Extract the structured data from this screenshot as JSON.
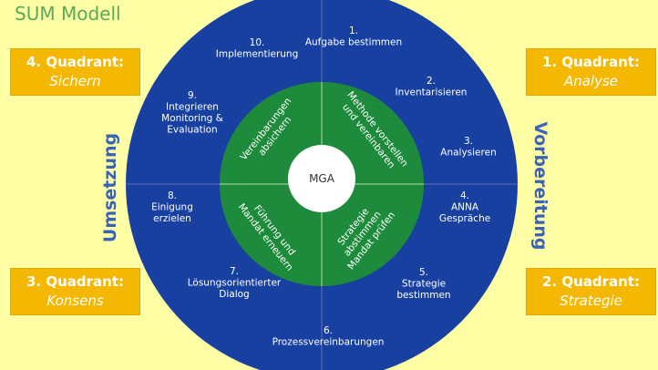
{
  "title": "SUM Modell",
  "quadrants": [
    {
      "id": "q4",
      "title": "4. Quadrant:",
      "subtitle": "Sichern"
    },
    {
      "id": "q1",
      "title": "1. Quadrant:",
      "subtitle": "Analyse"
    },
    {
      "id": "q3",
      "title": "3. Quadrant:",
      "subtitle": "Konsens"
    },
    {
      "id": "q2",
      "title": "2. Quadrant:",
      "subtitle": "Strategie"
    }
  ],
  "side_labels": {
    "left": "Umsetzung",
    "right": "Vorbereitung"
  },
  "center": "MGA",
  "steps": [
    {
      "num": "1.",
      "lines": [
        "Aufgabe bestimmen"
      ]
    },
    {
      "num": "2.",
      "lines": [
        "Inventarisieren"
      ]
    },
    {
      "num": "3.",
      "lines": [
        "Analysieren"
      ]
    },
    {
      "num": "4.",
      "lines": [
        "ANNA",
        "Gespräche"
      ]
    },
    {
      "num": "5.",
      "lines": [
        "Strategie",
        "bestimmen"
      ]
    },
    {
      "num": "6.",
      "lines": [
        "Prozessvereinbarungen"
      ]
    },
    {
      "num": "7.",
      "lines": [
        "Lösungsorientierter",
        "Dialog"
      ]
    },
    {
      "num": "8.",
      "lines": [
        "Einigung",
        "erzielen"
      ]
    },
    {
      "num": "9.",
      "lines": [
        "Integrieren",
        "Monitoring &",
        "Evaluation"
      ]
    },
    {
      "num": "10.",
      "lines": [
        "Implementierung"
      ]
    }
  ],
  "inner_segments": {
    "top_right": [
      "Methode vorstellen",
      "und vereinbaren"
    ],
    "bottom_right": [
      "Strategie",
      "abstimmen",
      "Mandat prüfen"
    ],
    "bottom_left": [
      "Führung und",
      "Mandat erneuern"
    ],
    "top_left": [
      "Vereinbarungen",
      "absichern"
    ]
  },
  "colors": {
    "background": "#FFFFA6",
    "outer_ring": "#1840A0",
    "inner_ring": "#1E8B3C",
    "center": "#FFFFFF",
    "quadrant_box": "#F5B800",
    "title": "#5BA85B",
    "side_label": "#3A63B8"
  }
}
